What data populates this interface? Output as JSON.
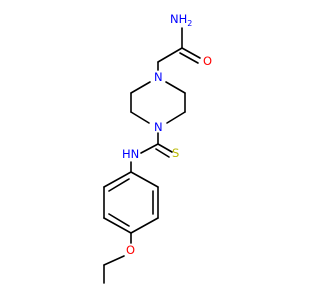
{
  "molecule": {
    "atoms": {
      "amide_nh2": {
        "text": "NH",
        "sub": "2",
        "color": "#0000ff"
      },
      "amide_o": {
        "text": "O",
        "color": "#ff0000"
      },
      "pip_n_top": {
        "text": "N",
        "color": "#0000ff"
      },
      "pip_n_bottom": {
        "text": "N",
        "color": "#0000ff"
      },
      "thio_s": {
        "text": "S",
        "color": "#b8b800"
      },
      "thio_nh": {
        "text": "HN",
        "color": "#0000ff"
      },
      "ether_o": {
        "text": "O",
        "color": "#ff0000"
      }
    }
  }
}
